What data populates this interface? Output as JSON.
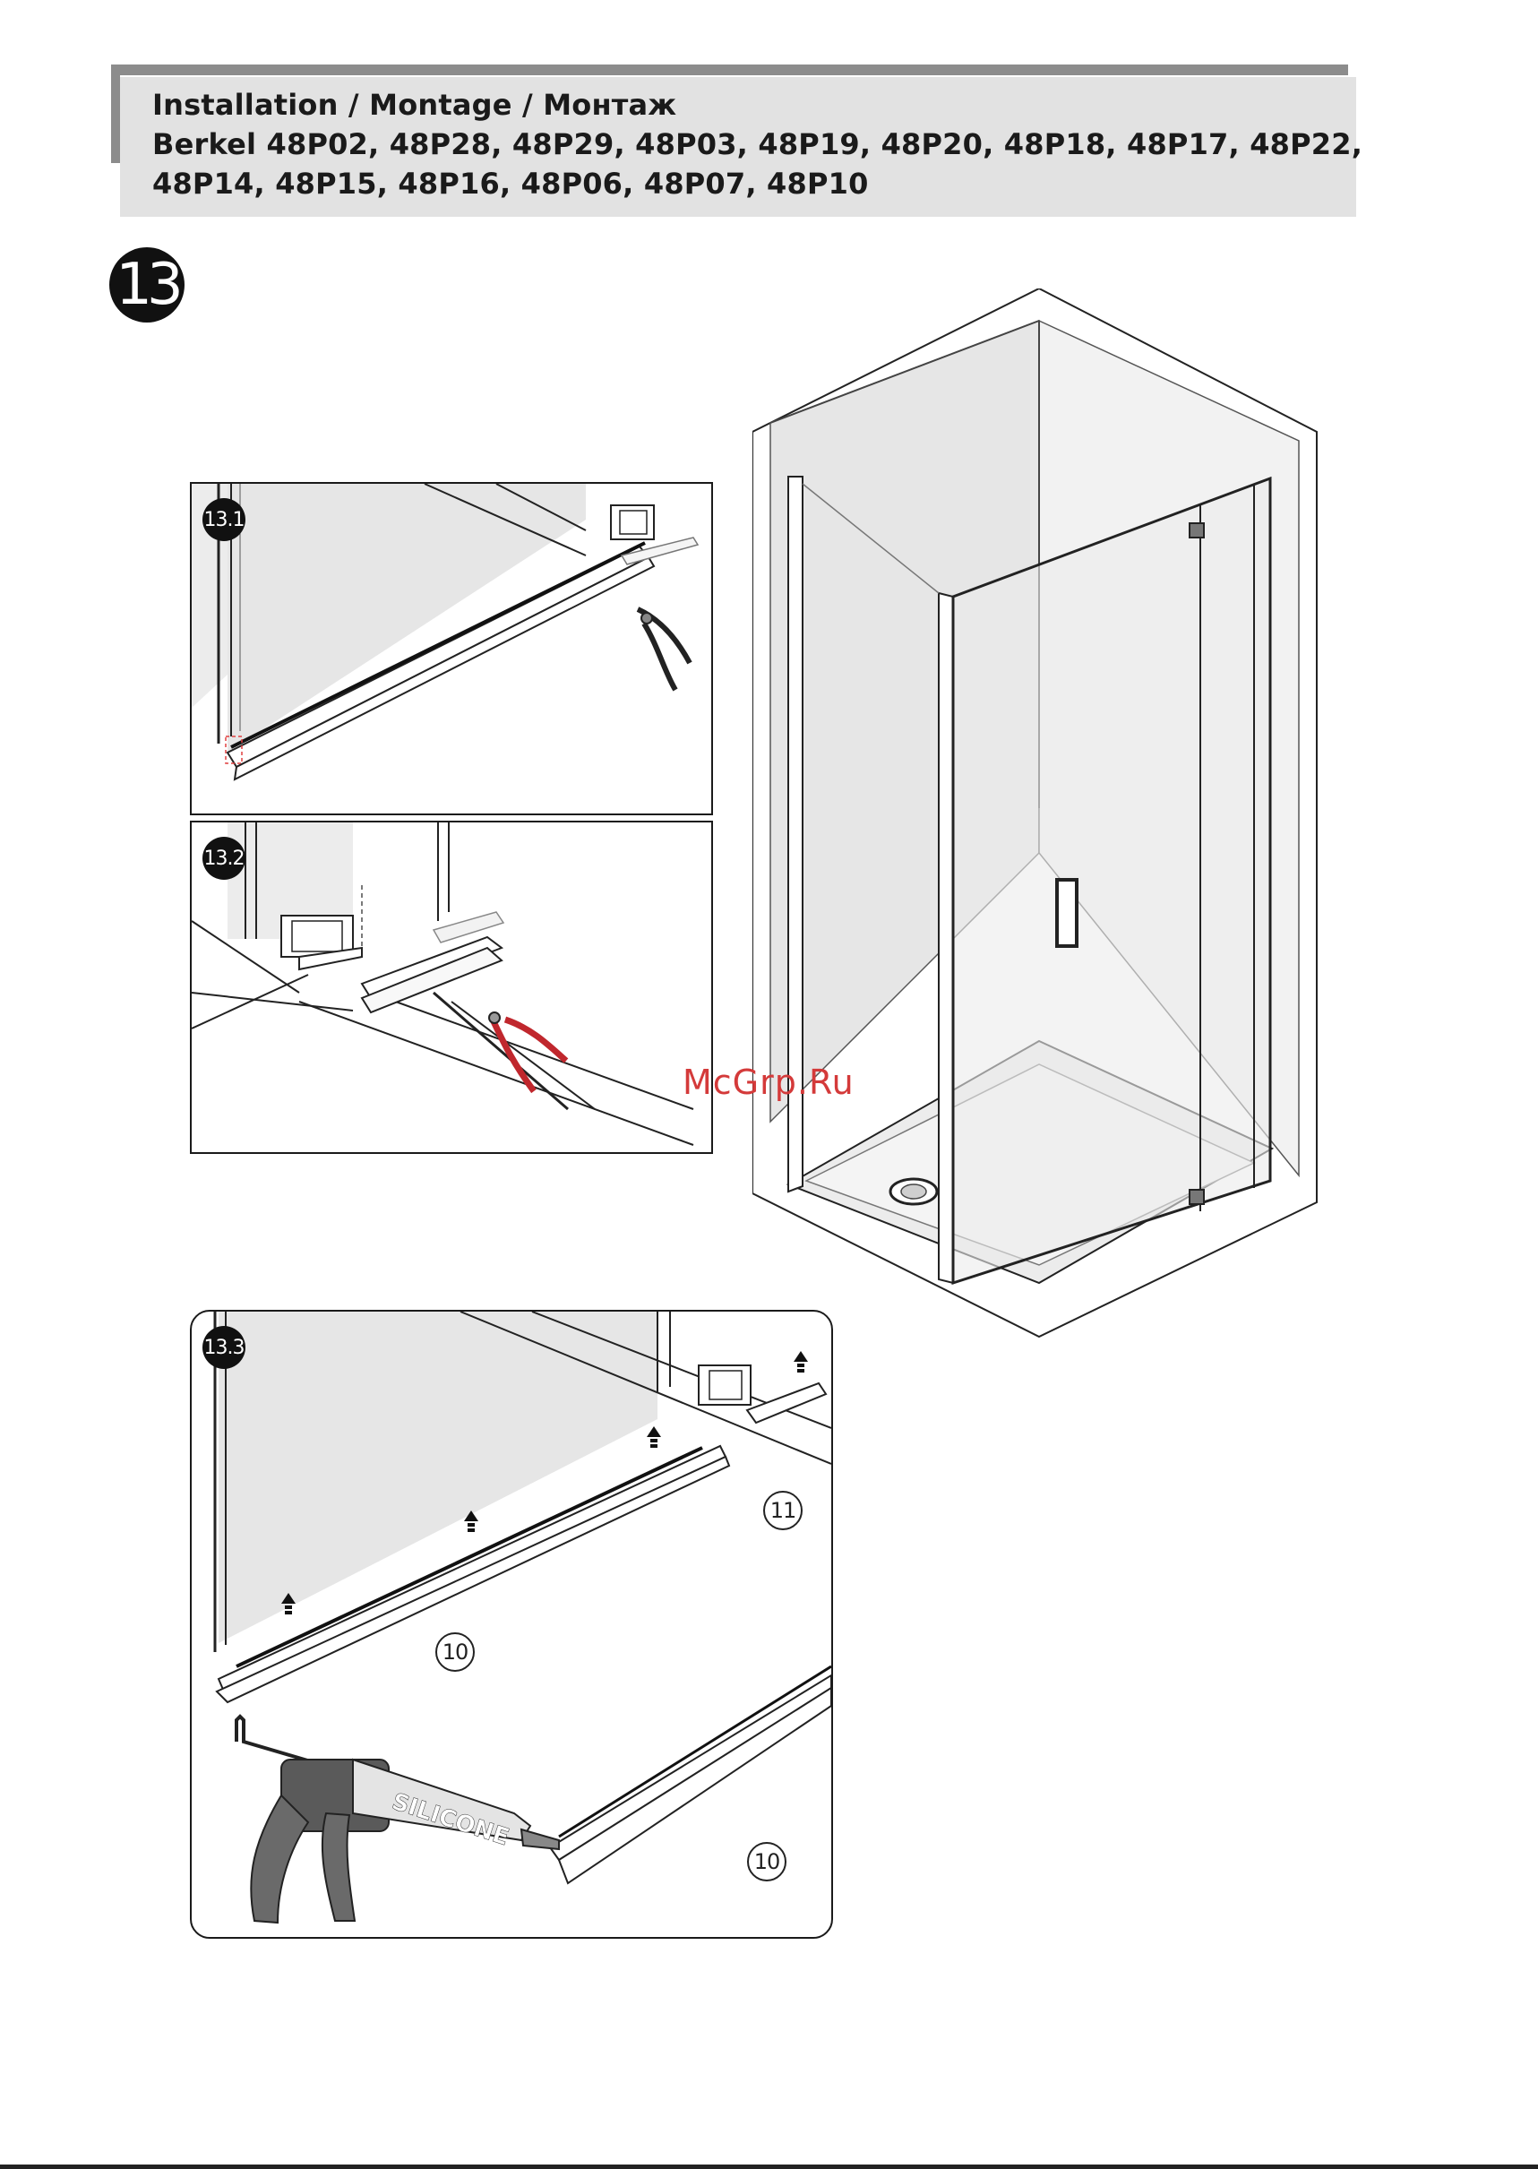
{
  "header": {
    "line1": "Installation / Montage / Монтаж",
    "line2": "Berkel 48P02, 48P28, 48P29, 48P03, 48P19, 48P20, 48P18, 48P17, 48P22,",
    "line3": "48P14, 48P15, 48P16, 48P06, 48P07, 48P10"
  },
  "step": {
    "number": "13"
  },
  "panels": [
    {
      "badge": "13.1"
    },
    {
      "badge": "13.2"
    },
    {
      "badge": "13.3",
      "parts": [
        "11",
        "10",
        "10"
      ],
      "cartridge_label": "SILICONE"
    }
  ],
  "watermark": "McGrp.Ru"
}
